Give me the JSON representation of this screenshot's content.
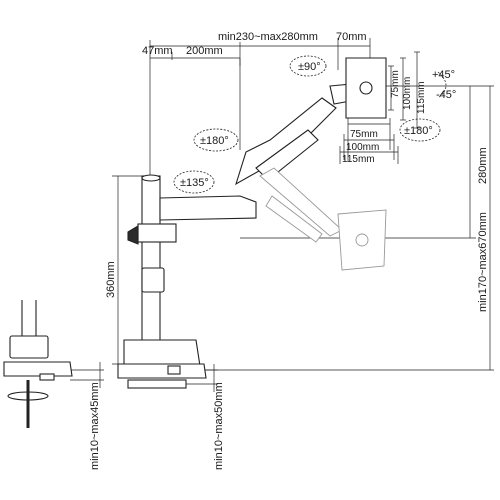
{
  "dimensions": {
    "arm_reach": "min230~max280mm",
    "plate_offset": "70mm",
    "pole_offset": "47mm",
    "arm_segment": "200mm",
    "vesa_75_v": "75mm",
    "vesa_100_v": "100mm",
    "vesa_115_v": "115mm",
    "vesa_75_h": "75mm",
    "vesa_100_h": "100mm",
    "vesa_115_h": "115mm",
    "height_adjust": "280mm",
    "height_range": "min170~max670mm",
    "pole_height": "360mm",
    "clamp_thickness": "min10~max45mm",
    "grommet_thickness": "min10~max50mm"
  },
  "rotations": {
    "swivel_plate": "±90°",
    "tilt_up": "+45°",
    "tilt_down": "-45°",
    "rotate_head": "±180°",
    "rotate_arm": "±180°",
    "rotate_base": "±135°"
  }
}
